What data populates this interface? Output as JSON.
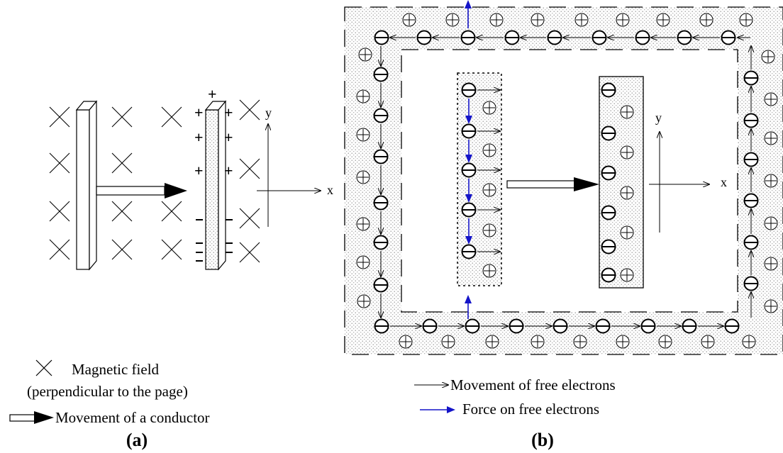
{
  "panel_a": {
    "caption": "(a)",
    "axis_x": "x",
    "axis_y": "y",
    "plus_sign": "+",
    "minus_sign": "−"
  },
  "panel_b": {
    "caption": "(b)",
    "axis_x": "x",
    "axis_y": "y"
  },
  "legend": {
    "magnetic_field_line1": "Magnetic field",
    "magnetic_field_line2": "(perpendicular to the page)",
    "conductor_movement": "Movement of a conductor",
    "electron_movement": "Movement of free electrons",
    "electron_force": "Force on free electrons"
  },
  "colors": {
    "ink": "#000000",
    "force": "#1414c8",
    "dots": "#9a9a9a"
  }
}
